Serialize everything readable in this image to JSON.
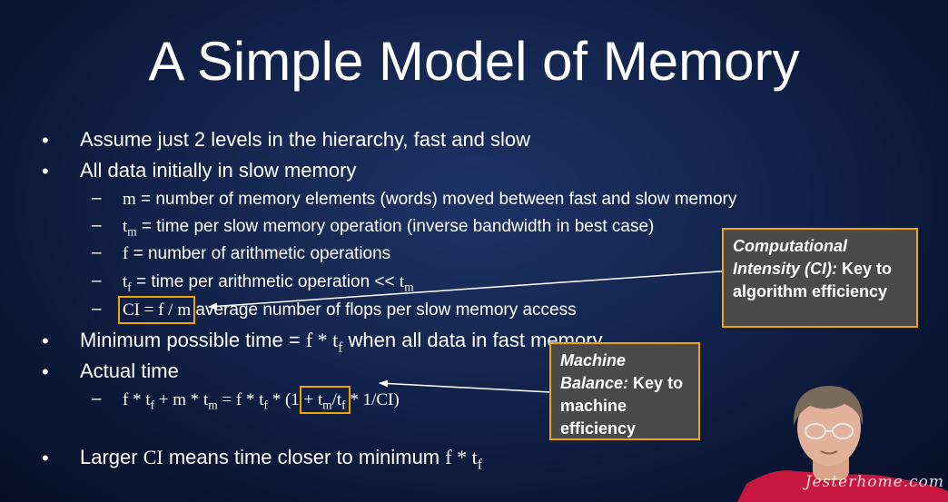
{
  "slide": {
    "title": "A Simple Model of Memory",
    "bullets": [
      "Assume just 2 levels in the hierarchy, fast and slow",
      "All data initially in slow memory"
    ],
    "sub_bullets": {
      "m_sym": "m",
      "m_text": " = number of memory elements (words) moved between fast and slow memory",
      "tm_sym": "t",
      "tm_sub": "m",
      "tm_text": " = time per slow memory operation (inverse bandwidth in best case)",
      "f_sym": "f",
      "f_text": " = number of arithmetic operations",
      "tf_sym": "t",
      "tf_sub": "f",
      "tf_text": " = time per arithmetic operation << ",
      "tf_end_sym": "t",
      "tf_end_sub": "m",
      "ci_formula": "CI = f / m",
      "ci_text": " average number of flops per slow memory access"
    },
    "min_time": {
      "prefix": "Minimum possible time = ",
      "formula": "f * t",
      "formula_sub": "f",
      "suffix": " when all data in fast memory"
    },
    "actual_time": {
      "label": "Actual time",
      "f1": "f * t",
      "f1_sub": "f",
      "f2": " + m * t",
      "f2_sub": "m",
      "f3": " = f * t",
      "f3_sub": "f",
      "f4": " * (1 ",
      "boxed_a": "+ t",
      "boxed_a_sub": "m",
      "boxed_b": "/t",
      "boxed_b_sub": "f",
      "f5": " * 1/CI)"
    },
    "larger_ci": {
      "prefix": "Larger ",
      "ci": "CI",
      "middle": " means time closer to minimum ",
      "formula": "f * t",
      "formula_sub": "f"
    }
  },
  "callouts": {
    "ci": {
      "italic": "Computational Intensity (CI):",
      "normal": " Key to algorithm efficiency"
    },
    "machine_balance": {
      "italic": "Machine Balance:",
      "normal": " Key to machine efficiency"
    }
  },
  "watermark": "Jesterhome.com",
  "colors": {
    "accent_box": "#f0a800",
    "background": "#142650",
    "callout_bg": "#4a4a4a",
    "text": "#ffffff"
  }
}
